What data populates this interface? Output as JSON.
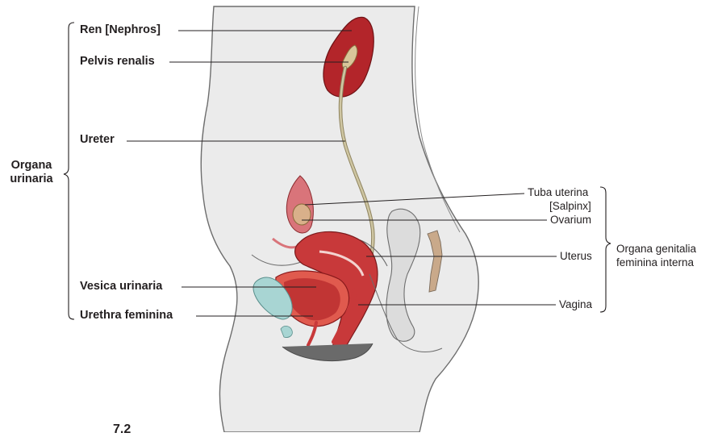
{
  "left_labels": {
    "ren": "Ren [Nephros]",
    "pelvis": "Pelvis renalis",
    "ureter": "Ureter",
    "vesica": "Vesica urinaria",
    "urethra": "Urethra feminina"
  },
  "left_group": {
    "line1": "Organa",
    "line2": "urinaria"
  },
  "right_labels": {
    "tuba1": "Tuba uterina",
    "tuba2": "[Salpinx]",
    "ovarium": "Ovarium",
    "uterus": "Uterus",
    "vagina": "Vagina"
  },
  "right_group": {
    "line1": "Organa genitalia",
    "line2": "feminina interna"
  },
  "figure_number": "7.2",
  "colors": {
    "body_fill": "#ebebeb",
    "organ_red": "#b3252a",
    "ureter": "#b8ad8a",
    "bladder_wall": "#d03a34",
    "pubic_blue": "#a8d5d3",
    "text": "#231f20"
  }
}
